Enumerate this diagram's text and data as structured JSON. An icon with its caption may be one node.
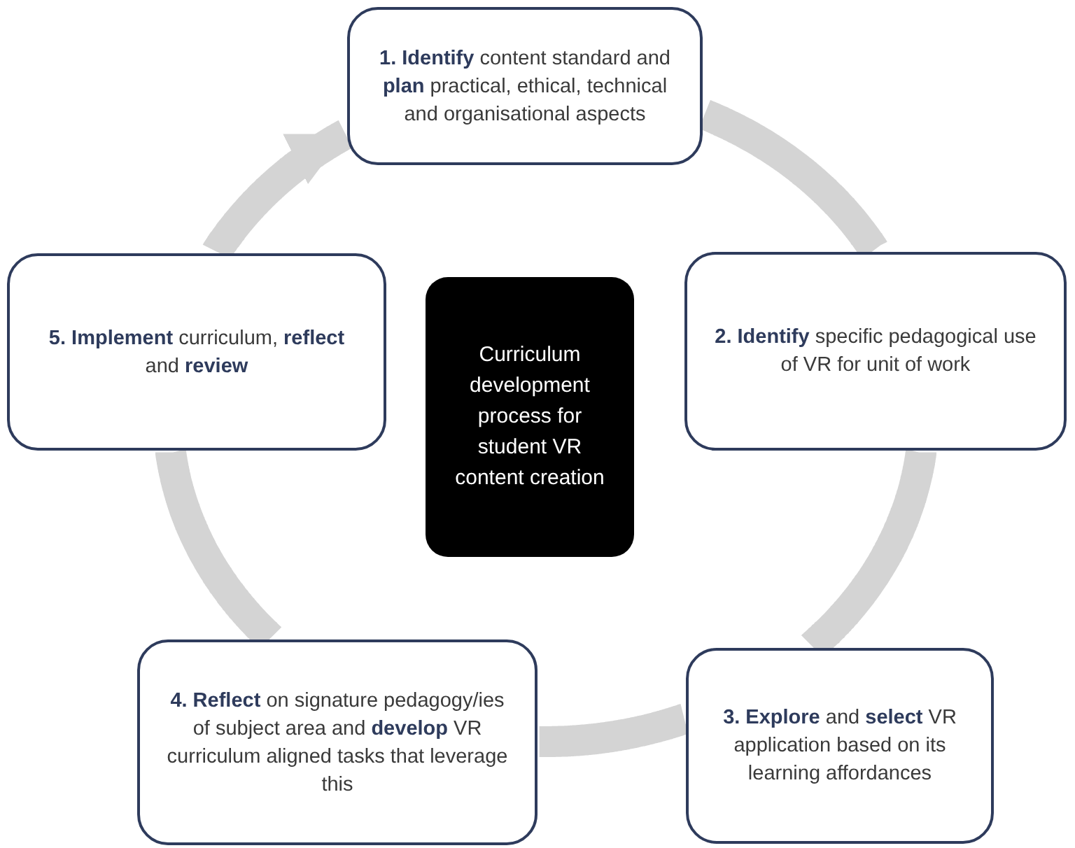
{
  "diagram": {
    "nodes": [
      {
        "text": [
          "**1. Identify** content standard and **plan** practical, ethical, technical and organisational aspects"
        ]
      },
      {
        "text": [
          "**2. Identify** specific pedagogical use of VR for unit of work"
        ]
      },
      {
        "text": [
          "**3. Explore** and **select** VR application based on its learning affordances"
        ]
      },
      {
        "text": [
          "**4. Reflect** on signature pedagogy/ies of subject area and **develop** VR curriculum aligned tasks that leverage this"
        ]
      },
      {
        "text": [
          "**5. Implement** curriculum, **reflect** and **review**"
        ]
      },
      {
        "text": [
          "Curriculum development process for student VR content creation"
        ]
      }
    ],
    "edges": [
      {
        "from": 0,
        "to": 1,
        "arrow": "none"
      },
      {
        "from": 1,
        "to": 2,
        "arrow": "none"
      },
      {
        "from": 2,
        "to": 3,
        "arrow": "none"
      },
      {
        "from": 3,
        "to": 4,
        "arrow": "none"
      },
      {
        "from": 4,
        "to": 0,
        "arrow": "to"
      }
    ]
  }
}
